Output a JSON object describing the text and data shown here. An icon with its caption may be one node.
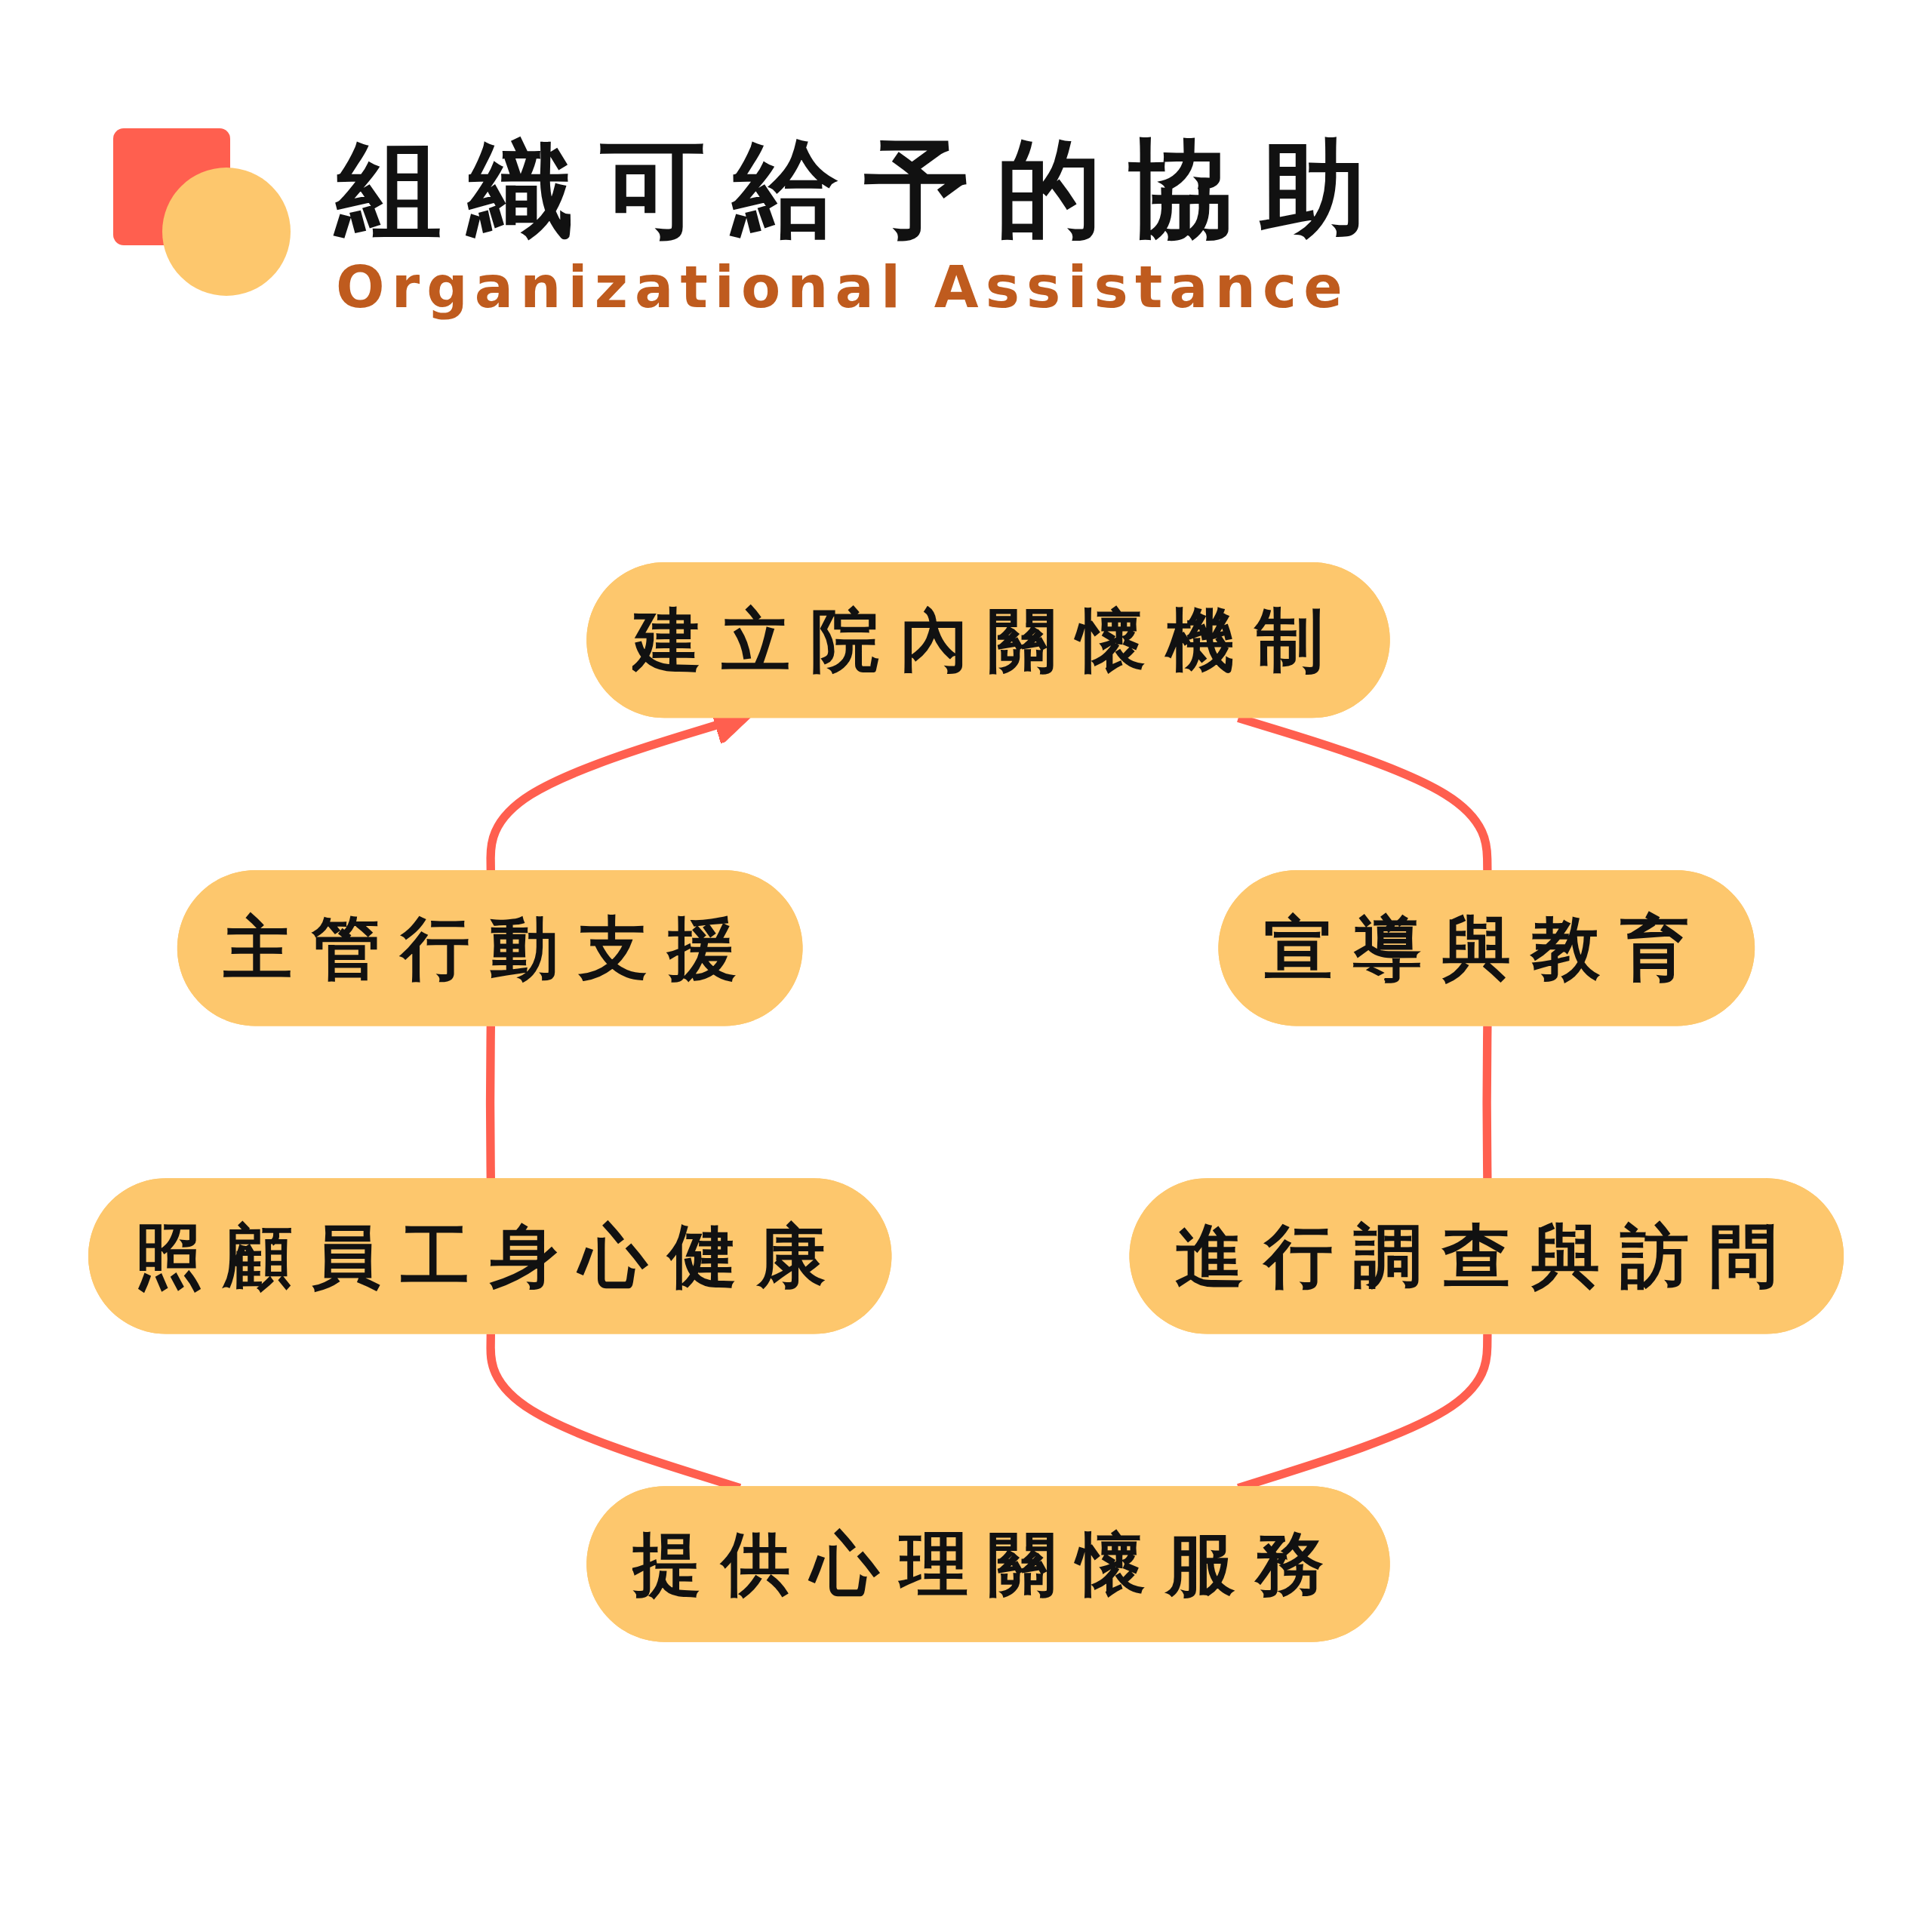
{
  "diagram": {
    "title": "組織可給予的協助",
    "nodes": [
      {
        "text": [
          "建立院內關懷機制"
        ]
      },
      {
        "text": [
          "主管行動支援"
        ]
      },
      {
        "text": [
          "宣導與教育"
        ]
      },
      {
        "text": [
          "照顧員工身心健康"
        ]
      },
      {
        "text": [
          "進行調查與訪問"
        ]
      },
      {
        "text": [
          "提供心理關懷服務"
        ]
      }
    ],
    "edges": [
      {
        "from": 1,
        "to": 0,
        "arrow": "to"
      },
      {
        "from": 3,
        "to": 1,
        "arrow": "none"
      },
      {
        "from": 5,
        "to": 3,
        "arrow": "none"
      },
      {
        "from": 5,
        "to": 4,
        "arrow": "none"
      },
      {
        "from": 4,
        "to": 2,
        "arrow": "none"
      },
      {
        "from": 2,
        "to": 0,
        "arrow": "none"
      }
    ],
    "labels": [
      "Organizational Assistance"
    ]
  }
}
